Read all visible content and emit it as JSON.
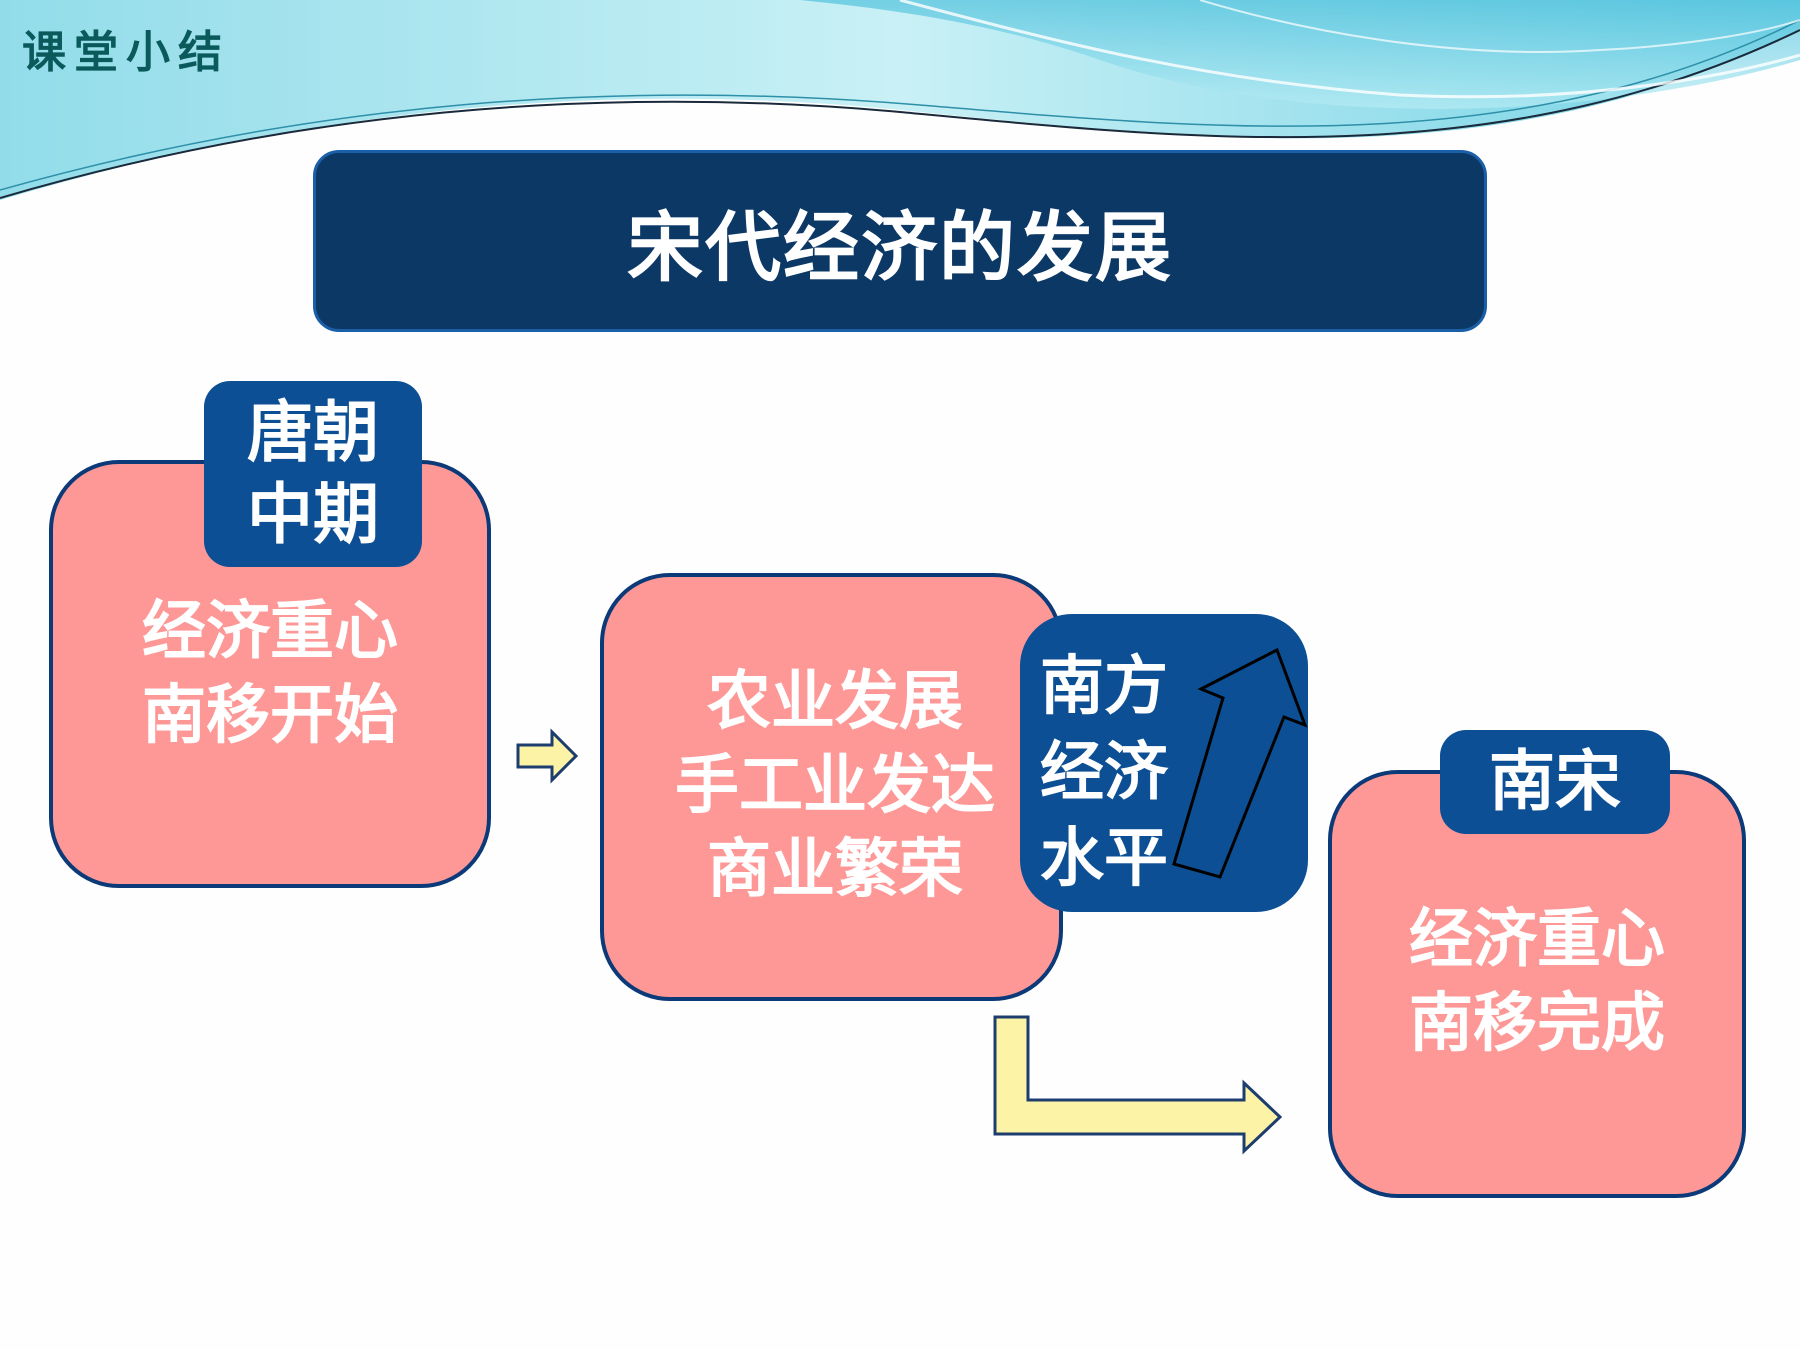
{
  "header": {
    "corner_label": "课堂小结"
  },
  "title": "宋代经济的发展",
  "stage1": {
    "tag_lines": [
      "唐朝",
      "中期"
    ],
    "body_lines": [
      "经济重心",
      "南移开始"
    ]
  },
  "stage2": {
    "body_lines": [
      "农业发展",
      "手工业发达",
      "商业繁荣"
    ],
    "tag_lines": [
      "南方",
      "经济",
      "水平"
    ]
  },
  "stage3": {
    "tag_lines": [
      "南宋"
    ],
    "body_lines": [
      "经济重心",
      "南移完成"
    ]
  },
  "colors": {
    "title_bg": "#0c3866",
    "box_fill": "#fe9896",
    "box_border": "#0c3a78",
    "tag_fill": "#0c4f94",
    "arrow_fill": "#fdf3a6"
  },
  "icons": [
    "right-arrow-icon",
    "elbow-arrow-icon",
    "up-arrow-icon"
  ]
}
